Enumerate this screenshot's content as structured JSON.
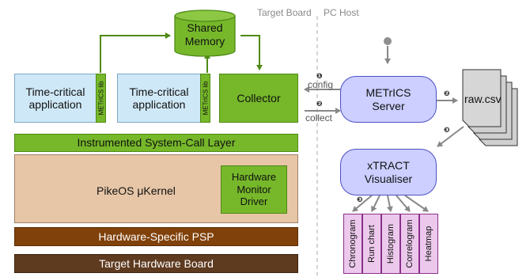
{
  "header": {
    "target_label": "Target Board",
    "host_label": "PC Host"
  },
  "shared_memory": {
    "line1": "Shared",
    "line2": "Memory"
  },
  "apps": [
    {
      "line1": "Time-critical",
      "line2": "application",
      "lib": "METrICS lib"
    },
    {
      "line1": "Time-critical",
      "line2": "application",
      "lib": "METrICS lib"
    }
  ],
  "collector": "Collector",
  "layers": {
    "syscall": "Instrumented System-Call Layer",
    "kernel": "PikeOS μKernel",
    "monitor": {
      "line1": "Hardware",
      "line2": "Monitor",
      "line3": "Driver"
    },
    "psp": "Hardware-Specific PSP",
    "board": "Target Hardware Board"
  },
  "server": {
    "line1": "METrICS",
    "line2": "Server"
  },
  "edges": {
    "config": "config",
    "collect": "collect",
    "step1": "❶",
    "step2a": "❷",
    "step2b": "❷",
    "step3a": "❸",
    "step3b": "❸"
  },
  "csv": "raw.csv",
  "visualiser": {
    "line1": "xTRACT",
    "line2": "Visualiser"
  },
  "charts": [
    "Chronogram",
    "Run chart",
    "Histogram",
    "Correlogram",
    "Heatmap"
  ],
  "colors": {
    "green": "#76b82a",
    "blue": "#cfe8f7",
    "tan": "#e7c6a8",
    "brown": "#80410a",
    "dark_brown": "#5e3a1f",
    "lavender": "#cccfff",
    "pink": "#ecc9ec",
    "arrow_gray": "#888888"
  }
}
